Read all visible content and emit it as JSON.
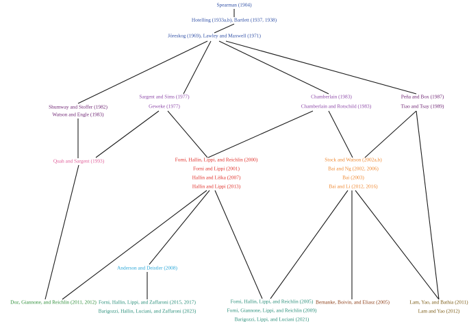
{
  "colors": {
    "blue": "#2f4fa6",
    "purple": "#8e4aa9",
    "dark_purple": "#6b1f70",
    "pink": "#e0609a",
    "red": "#e0302a",
    "orange": "#ef8a34",
    "cyan": "#2aa7d8",
    "green": "#2f8f3a",
    "teal": "#2a8f7a",
    "brown": "#8a3a12",
    "olive": "#7a5a14"
  },
  "nodes": {
    "n1": {
      "lines": [
        "Spearman (1904)"
      ],
      "color": "blue"
    },
    "n2": {
      "lines": [
        "Hotelling (1933a,b), Bartlett (1937, 1938)"
      ],
      "color": "blue"
    },
    "n3": {
      "lines": [
        "Jöreskog (1969), Lawley and Maxwell (1971)"
      ],
      "color": "blue"
    },
    "n4": {
      "lines": [
        "Shumway and Stoffer (1982)",
        "Watson and Engle (1983)"
      ],
      "color": "dark_purple"
    },
    "n5": {
      "lines": [
        "Sargent and Sims (1977)",
        "Geweke (1977)"
      ],
      "color": "purple"
    },
    "n6": {
      "lines": [
        "Chamberlain (1983)",
        "Chamberlain and Rotschild (1983)"
      ],
      "color": "purple"
    },
    "n7": {
      "lines": [
        "Peña and Box (1987)",
        "Tiao and Tsay (1989)"
      ],
      "color": "dark_purple"
    },
    "n8": {
      "lines": [
        "Quah and Sargent (1993)"
      ],
      "color": "pink"
    },
    "n9": {
      "lines": [
        "Forni, Hallin, Lippi, and Reichlin (2000)",
        "Forni and Lippi (2001)",
        "Hallin and Liška (2007)",
        "Hallin and Lippi (2013)"
      ],
      "color": "red"
    },
    "n10": {
      "lines": [
        "Stock and Watson (2002a,b)",
        "Bai and Ng (2002, 2006)",
        "Bai (2003)",
        "Bai and Li (2012, 2016)"
      ],
      "color": "orange"
    },
    "n11": {
      "lines": [
        "Anderson and Deistler (2008)"
      ],
      "color": "cyan"
    },
    "n12": {
      "lines": [
        "Doz, Giannone, and Reichlin (2011, 2012)"
      ],
      "color": "green"
    },
    "n13": {
      "lines": [
        "Forni, Hallin, Lippi, and Zaffaroni (2015, 2017)",
        "Barigozzi, Hallin, Luciani, and Zaffaroni (2023)"
      ],
      "color": "teal"
    },
    "n14": {
      "lines": [
        "Forni, Hallin, Lippi, and Reichlin (2005)",
        "Forni, Giannone, Lippi, and Reichlin (2009)",
        "Barigozzi, Lippi, and Luciani (2021)"
      ],
      "color": "teal"
    },
    "n15": {
      "lines": [
        "Bernanke, Boivin, and Eliasz (2005)"
      ],
      "color": "brown"
    },
    "n16": {
      "lines": [
        "Lam, Yao, and Bathia (2011)",
        "Lam and Yao (2012)"
      ],
      "color": "olive"
    }
  },
  "edges": [
    [
      "n1",
      "n2"
    ],
    [
      "n2",
      "n3"
    ],
    [
      "n3",
      "n4"
    ],
    [
      "n3",
      "n5"
    ],
    [
      "n3",
      "n6"
    ],
    [
      "n3",
      "n7"
    ],
    [
      "n4",
      "n12"
    ],
    [
      "n5",
      "n8"
    ],
    [
      "n5",
      "n9"
    ],
    [
      "n6",
      "n9"
    ],
    [
      "n6",
      "n10"
    ],
    [
      "n7",
      "n10"
    ],
    [
      "n7",
      "n16"
    ],
    [
      "n8",
      "n12"
    ],
    [
      "n9",
      "n11"
    ],
    [
      "n9",
      "n12"
    ],
    [
      "n9",
      "n14"
    ],
    [
      "n11",
      "n13"
    ],
    [
      "n10",
      "n14"
    ],
    [
      "n10",
      "n15"
    ],
    [
      "n10",
      "n16"
    ]
  ]
}
